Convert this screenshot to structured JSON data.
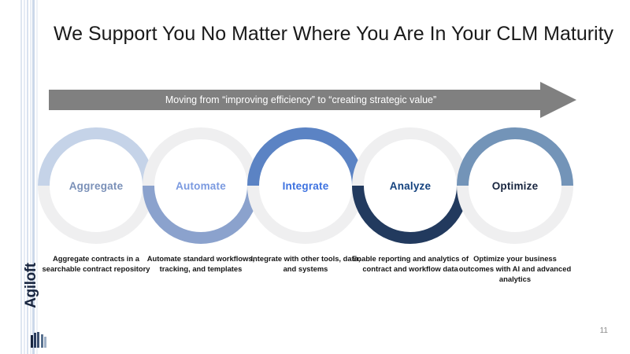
{
  "slide": {
    "title": "We Support You No Matter Where You Are In Your CLM Maturity",
    "page_number": "11",
    "background_color": "#ffffff"
  },
  "arrow": {
    "label": "Moving from “improving efficiency” to “creating strategic value”",
    "color": "#808080",
    "text_color": "#ffffff"
  },
  "stages": [
    {
      "label": "Aggregate",
      "caption": "Aggregate contracts in a searchable contract repository",
      "label_color": "#7a90b8",
      "top_arc_color": "#c5d3e8",
      "bottom_arc_color": "#efeff0"
    },
    {
      "label": "Automate",
      "caption": "Automate standard workflows, tracking, and templates",
      "label_color": "#7b9ae0",
      "top_arc_color": "#efeff0",
      "bottom_arc_color": "#8ba2cd"
    },
    {
      "label": "Integrate",
      "caption": "Integrate with other tools, data, and systems",
      "label_color": "#3d72e0",
      "top_arc_color": "#5b83c4",
      "bottom_arc_color": "#efeff0"
    },
    {
      "label": "Analyze",
      "caption": "Enable reporting and analytics of contract and workflow data",
      "label_color": "#14427e",
      "top_arc_color": "#efeff0",
      "bottom_arc_color": "#223a5e"
    },
    {
      "label": "Optimize",
      "caption": "Optimize your business outcomes with AI and advanced analytics",
      "label_color": "#18253f",
      "top_arc_color": "#7394b8",
      "bottom_arc_color": "#efeff0"
    }
  ],
  "logo": {
    "wordmark": "Agiloft",
    "color": "#18253f"
  }
}
